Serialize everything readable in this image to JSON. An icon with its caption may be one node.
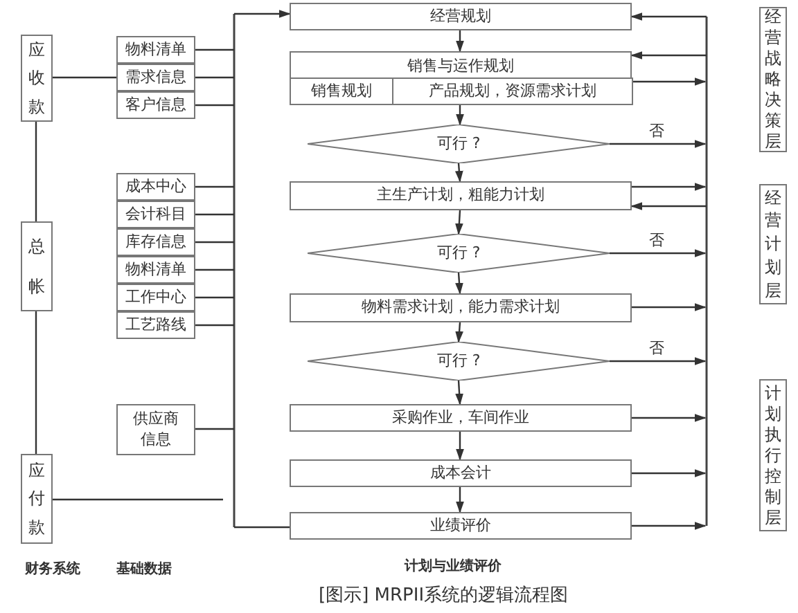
{
  "diagram": {
    "caption": "[图示] MRPII系统的逻辑流程图",
    "nodes": [
      {
        "text": [
          "应收款"
        ]
      },
      {
        "text": [
          "物料清单"
        ]
      },
      {
        "text": [
          "需求信息"
        ]
      },
      {
        "text": [
          "客户信息"
        ]
      },
      {
        "text": [
          "经营规划"
        ]
      },
      {
        "text": [
          "销售与运作规划"
        ]
      },
      {
        "text": [
          "销售规划"
        ],
        "in": 5
      },
      {
        "text": [
          "产品规划，资源需求计划"
        ],
        "in": 5
      },
      {
        "text": [
          "可行 ?"
        ]
      },
      {
        "text": [
          "经营战略决策层"
        ]
      },
      {
        "text": [
          "成本中心"
        ]
      },
      {
        "text": [
          "会计科目"
        ]
      },
      {
        "text": [
          "库存信息"
        ]
      },
      {
        "text": [
          "物料清单"
        ]
      },
      {
        "text": [
          "工作中心"
        ]
      },
      {
        "text": [
          "工艺路线"
        ]
      },
      {
        "text": [
          "总帐"
        ]
      },
      {
        "text": [
          "主生产计划，粗能力计划"
        ]
      },
      {
        "text": [
          "可行 ?"
        ]
      },
      {
        "text": [
          "经营计划层"
        ]
      },
      {
        "text": [
          "物料需求计划，能力需求计划"
        ]
      },
      {
        "text": [
          "可行 ?"
        ]
      },
      {
        "text": [
          "供应商信息"
        ]
      },
      {
        "text": [
          "应付款"
        ]
      },
      {
        "text": [
          "采购作业，车间作业"
        ]
      },
      {
        "text": [
          "成本会计"
        ]
      },
      {
        "text": [
          "业绩评价"
        ]
      },
      {
        "text": [
          "计划执行控制层"
        ]
      }
    ],
    "edges": [
      {
        "from": 0,
        "to": 2,
        "arrow": "none"
      },
      {
        "from": 0,
        "to": 16,
        "arrow": "none"
      },
      {
        "from": 16,
        "to": 23,
        "arrow": "none"
      },
      {
        "from": 23,
        "to": null,
        "arrow": "none"
      },
      {
        "from": 1,
        "to": null,
        "arrow": "none"
      },
      {
        "from": 2,
        "to": null,
        "arrow": "none"
      },
      {
        "from": 3,
        "to": null,
        "arrow": "none"
      },
      {
        "from": 10,
        "to": null,
        "arrow": "none"
      },
      {
        "from": 11,
        "to": null,
        "arrow": "none"
      },
      {
        "from": 12,
        "to": null,
        "arrow": "none"
      },
      {
        "from": 13,
        "to": null,
        "arrow": "none"
      },
      {
        "from": 14,
        "to": null,
        "arrow": "none"
      },
      {
        "from": 15,
        "to": null,
        "arrow": "none"
      },
      {
        "from": 22,
        "to": null,
        "arrow": "none"
      },
      {
        "from": null,
        "to": 4,
        "arrow": "to"
      },
      {
        "from": 26,
        "to": null,
        "arrow": "none"
      },
      {
        "from": 4,
        "to": 5,
        "arrow": "to"
      },
      {
        "from": 5,
        "to": 8,
        "arrow": "to"
      },
      {
        "from": 8,
        "to": 17,
        "arrow": "to"
      },
      {
        "from": 17,
        "to": 18,
        "arrow": "to"
      },
      {
        "from": 18,
        "to": 20,
        "arrow": "to"
      },
      {
        "from": 20,
        "to": 21,
        "arrow": "to"
      },
      {
        "from": 21,
        "to": 24,
        "arrow": "to"
      },
      {
        "from": 24,
        "to": 25,
        "arrow": "to"
      },
      {
        "from": 25,
        "to": 26,
        "arrow": "to"
      },
      {
        "from": null,
        "to": 4,
        "arrow": "to"
      },
      {
        "from": null,
        "to": 5,
        "arrow": "to"
      },
      {
        "from": 5,
        "to": null,
        "arrow": "to"
      },
      {
        "from": 8,
        "to": null,
        "arrow": "to",
        "label": "否"
      },
      {
        "from": 17,
        "to": null,
        "arrow": "to"
      },
      {
        "from": null,
        "to": 17,
        "arrow": "to"
      },
      {
        "from": 18,
        "to": null,
        "arrow": "to",
        "label": "否"
      },
      {
        "from": 20,
        "to": null,
        "arrow": "to"
      },
      {
        "from": 21,
        "to": null,
        "arrow": "to",
        "label": "否"
      },
      {
        "from": 24,
        "to": null,
        "arrow": "to"
      },
      {
        "from": 25,
        "to": null,
        "arrow": "to"
      },
      {
        "from": 26,
        "to": null,
        "arrow": "to"
      }
    ],
    "labels": [
      "财务系统",
      "基础数据",
      "计划与业绩评价"
    ]
  }
}
